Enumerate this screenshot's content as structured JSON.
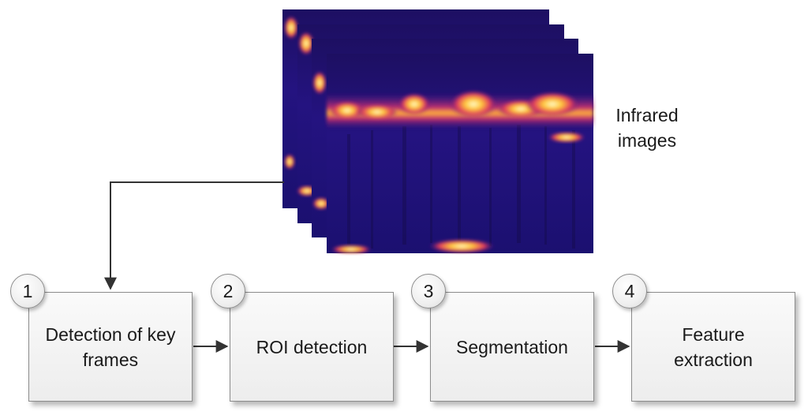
{
  "infrared_label": "Infrared\nimages",
  "steps": [
    {
      "number": "1",
      "label": "Detection of key frames"
    },
    {
      "number": "2",
      "label": "ROI detection"
    },
    {
      "number": "3",
      "label": "Segmentation"
    },
    {
      "number": "4",
      "label": "Feature extraction"
    }
  ],
  "colors": {
    "thermal_background": "#1a0f5c",
    "thermal_hot": "#ffd64a",
    "thermal_warm": "#e0286e",
    "arrow": "#333333",
    "box_border": "#8c8c8c"
  }
}
